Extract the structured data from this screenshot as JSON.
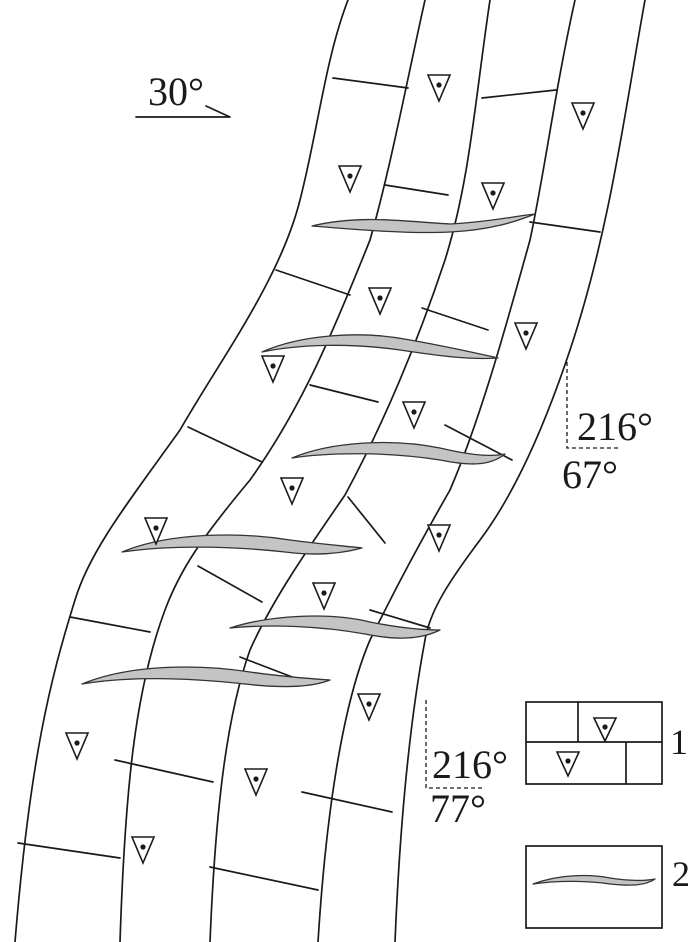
{
  "labels": {
    "direction_angle": "30°",
    "upper_strike": "216°",
    "upper_dip": "67°",
    "lower_strike": "216°",
    "lower_dip": "77°"
  },
  "legend": [
    {
      "number": "1",
      "symbol": "fractured-blocks-with-triangle-markers"
    },
    {
      "number": "2",
      "symbol": "lens-shaped-vein"
    }
  ],
  "colors": {
    "line": "#1a1a1a",
    "vein_fill": "#c4c4c4",
    "background": "#ffffff"
  }
}
